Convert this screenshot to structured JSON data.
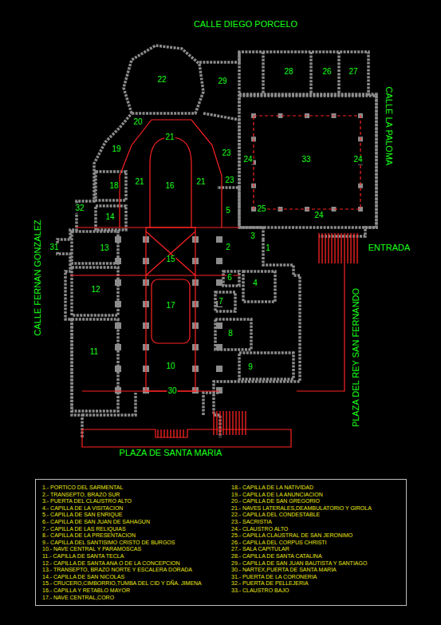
{
  "diagram": {
    "nodes": [
      {
        "text": [
          "1.- PORTICO DEL SARMENTAL",
          "2.- TRANSEPTO, BRAZO SUR",
          "3.- PUERTA DEL CLAUSTRO ALTO",
          "4.- CAPILLA DE LA VISITACION",
          "5.- CAPILLA DE SAN ENRIQUE",
          "6.- CAPILLA DE SAN JUAN DE SAHAGUN",
          "7.- CAPILLA DE LAS RELIQUIAS",
          "8.- CAPILLA DE LA PRESENTACION",
          "9.- CAPILLA DEL SANTISIMO CRISTO DE BURGOS",
          "10.- NAVE CENTRAL Y PARAMOSCAS",
          "11.- CAPILLA DE SANTA TECLA",
          "12.- CAPILLA DE SANTA ANA O DE LA CONCEPCION",
          "13.- TRANSEPTO, BRAZO NORTE Y ESCALERA DORADA",
          "14.- CAPILLA DE SAN NICOLAS",
          "15.- CRUCERO,CIMBORRIO,TUMBA DEL CID Y DÑA. JIMENA",
          "16.- CAPILLA Y RETABLO MAYOR",
          "17.- NAVE CENTRAL,CORO",
          "18.- CAPILLA DE LA NATIVIDAD",
          "19.- CAPILLA DE LA ANUNCIACION",
          "20.- CAPILLA DE SAN GREGORIO",
          "21.- NAVES LATERALES,DEAMBULATORIO Y GIROLA",
          "22.- CAPILLA DEL CONDESTABLE",
          "23.- SACRISTIA",
          "24.- CLAUSTRO ALTO",
          "25.- CAPILLA CLAUSTRAL DE SAN JERONIMO",
          "26.- CAPILLA DEL CORPUS CHRISTI",
          "27.- SALA CAPITULAR",
          "28.- CAPILLA DE SANTA CATALINA",
          "29.- CAPILLA DE SAN JUAN BAUTISTA Y SANTIAGO",
          "30.- NARTEX,PUERTA DE SANTA MARIA",
          "31.- PUERTA DE LA CORONERIA",
          "32.- PUERTA DE PELLEJERIA",
          "33.- CLAUSTRO BAJO"
        ]
      }
    ],
    "labels": [
      "CALLE DIEGO PORCELO",
      "CALLE LA PALOMA",
      "CALLE FERNAN GONZALEZ",
      "ENTRADA",
      "PLAZA DEL REY SAN FERNANDO",
      "PLAZA DE SANTA MARIA",
      "22",
      "29",
      "28",
      "26",
      "27",
      "20",
      "21",
      "19",
      "23",
      "24",
      "33",
      "24",
      "18",
      "21",
      "16",
      "21",
      "23",
      "5",
      "32",
      "14",
      "25",
      "24",
      "31",
      "13",
      "15",
      "3",
      "2",
      "1",
      "6",
      "4",
      "12",
      "17",
      "7",
      "8",
      "11",
      "10",
      "9",
      "30"
    ]
  }
}
